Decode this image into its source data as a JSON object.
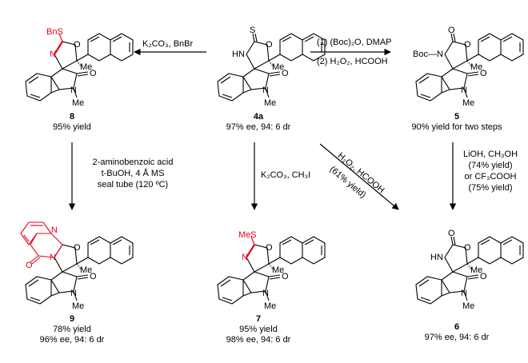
{
  "compounds": {
    "c8": {
      "atoms": {
        "substituent": "BnS",
        "N": "N",
        "O": "O",
        "me": "Me",
        "nme": "N",
        "nme_me": "Me",
        "co": "O"
      },
      "number": "8",
      "line1": "95% yield",
      "line2": ""
    },
    "c4a": {
      "atoms": {
        "S": "S",
        "NH": "HN",
        "O": "O",
        "me": "Me",
        "nme": "N",
        "nme_me": "Me",
        "co": "O"
      },
      "number": "4a",
      "line1": "97% ee, 94: 6 dr",
      "line2": ""
    },
    "c5": {
      "atoms": {
        "O1": "O",
        "NBoc": "Boc—N",
        "O": "O",
        "me": "Me",
        "nme": "N",
        "nme_me": "Me",
        "co": "O"
      },
      "number": "5",
      "line1": "90% yield for two steps",
      "line2": ""
    },
    "c9": {
      "atoms": {
        "N": "N",
        "N2": "N",
        "O": "O",
        "O2": "O",
        "me": "Me",
        "nme": "N",
        "nme_me": "Me",
        "co": "O"
      },
      "number": "9",
      "line1": "78% yield",
      "line2": "96% ee, 94: 6 dr"
    },
    "c7": {
      "atoms": {
        "substituent": "MeS",
        "N": "N",
        "O": "O",
        "me": "Me",
        "nme": "N",
        "nme_me": "Me",
        "co": "O"
      },
      "number": "7",
      "line1": "95% yield",
      "line2": "98% ee, 94: 6 dr"
    },
    "c6": {
      "atoms": {
        "O1": "O",
        "NH": "HN",
        "O": "O",
        "me": "Me",
        "nme": "N",
        "nme_me": "Me",
        "co": "O"
      },
      "number": "6",
      "line1": "97% ee, 94: 6 dr",
      "line2": ""
    }
  },
  "conditions": {
    "to8": "K₂CO₃, BnBr",
    "to5_1": "(1) (Boc)₂O, DMAP",
    "to5_2": "(2) H₂O₂, HCOOH",
    "to9_1": "2-aminobenzoic acid",
    "to9_2": "t-BuOH, 4 Å MS",
    "to9_3": "seal tube (120 ºC)",
    "to7": "K₂CO₃, CH₃I",
    "diag_1": "H₂O₂, HCOOH",
    "diag_2": "(61% yield)",
    "to6_1": "LiOH, CH₃OH",
    "to6_2": "(74% yield)",
    "to6_3": "or CF₃COOH",
    "to6_4": "(75% yield)"
  },
  "colors": {
    "highlight": "#e8001c",
    "ink": "#000000"
  }
}
